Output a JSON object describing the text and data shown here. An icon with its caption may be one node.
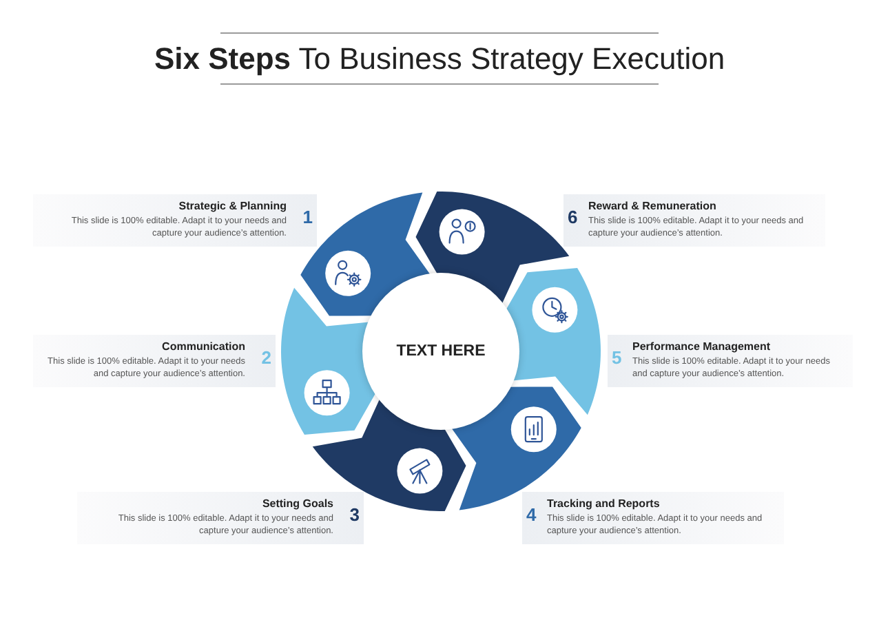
{
  "diagram": {
    "title": "**Six Steps** To Business Strategy Execution",
    "nodes": [
      {
        "text": [
          "TEXT HERE"
        ]
      },
      {
        "text": [
          "Strategic & Planning",
          "This slide is 100% editable. Adapt it to your needs and capture your audience’s attention.",
          "1"
        ]
      },
      {
        "text": [],
        "shape": "arc"
      },
      {
        "text": [
          "Communication",
          "This slide is 100% editable. Adapt it to your needs and capture your audience’s attention.",
          "2"
        ]
      },
      {
        "text": [],
        "shape": "arc"
      },
      {
        "text": [
          "Setting Goals",
          "This slide is 100% editable. Adapt it to your needs and capture your audience’s attention.",
          "3"
        ]
      },
      {
        "text": [],
        "shape": "arc"
      },
      {
        "text": [
          "Tracking and Reports",
          "This slide is 100% editable. Adapt it to your needs and capture your audience’s attention.",
          "4"
        ]
      },
      {
        "text": [],
        "shape": "arc"
      },
      {
        "text": [
          "Performance Management",
          "This slide is 100% editable. Adapt it to your needs and capture your audience’s attention.",
          "5"
        ]
      },
      {
        "text": [],
        "shape": "arc"
      },
      {
        "text": [
          "Reward & Remuneration",
          "This slide is 100% editable. Adapt it to your needs and capture your audience’s attention.",
          "6"
        ]
      },
      {
        "text": [],
        "shape": "arc"
      }
    ]
  }
}
